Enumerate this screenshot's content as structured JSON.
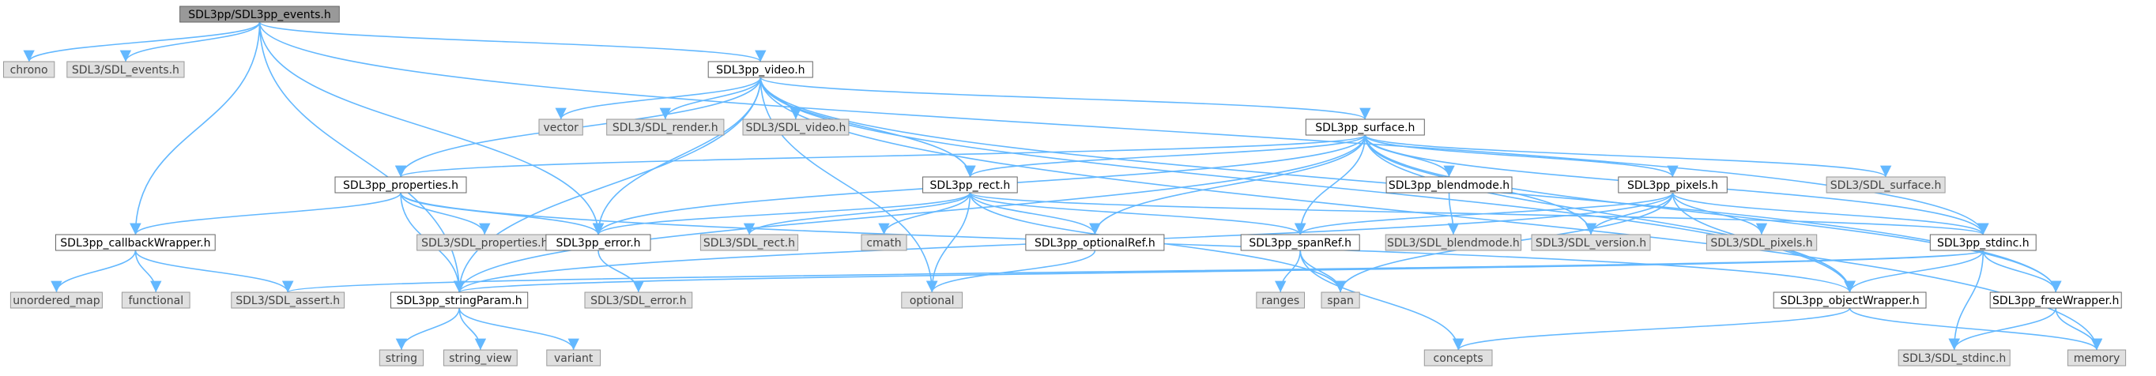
{
  "nodes": [
    {
      "id": "events",
      "label": "SDL3pp/SDL3pp_events.h",
      "kind": "root"
    },
    {
      "id": "chrono",
      "label": "chrono",
      "kind": "ext"
    },
    {
      "id": "sdl_events",
      "label": "SDL3/SDL_events.h",
      "kind": "ext"
    },
    {
      "id": "video",
      "label": "SDL3pp_video.h",
      "kind": "local"
    },
    {
      "id": "vector",
      "label": "vector",
      "kind": "ext"
    },
    {
      "id": "sdl_render",
      "label": "SDL3/SDL_render.h",
      "kind": "ext"
    },
    {
      "id": "sdl_video",
      "label": "SDL3/SDL_video.h",
      "kind": "ext"
    },
    {
      "id": "surface",
      "label": "SDL3pp_surface.h",
      "kind": "local"
    },
    {
      "id": "properties",
      "label": "SDL3pp_properties.h",
      "kind": "local"
    },
    {
      "id": "rect",
      "label": "SDL3pp_rect.h",
      "kind": "local"
    },
    {
      "id": "blendmode",
      "label": "SDL3pp_blendmode.h",
      "kind": "local"
    },
    {
      "id": "pixels",
      "label": "SDL3pp_pixels.h",
      "kind": "local"
    },
    {
      "id": "sdl_surface",
      "label": "SDL3/SDL_surface.h",
      "kind": "ext"
    },
    {
      "id": "callback",
      "label": "SDL3pp_callbackWrapper.h",
      "kind": "local"
    },
    {
      "id": "sdl_properties",
      "label": "SDL3/SDL_properties.h",
      "kind": "ext"
    },
    {
      "id": "error",
      "label": "SDL3pp_error.h",
      "kind": "local"
    },
    {
      "id": "sdl_rect",
      "label": "SDL3/SDL_rect.h",
      "kind": "ext"
    },
    {
      "id": "cmath",
      "label": "cmath",
      "kind": "ext"
    },
    {
      "id": "optionalref",
      "label": "SDL3pp_optionalRef.h",
      "kind": "local"
    },
    {
      "id": "spanref",
      "label": "SDL3pp_spanRef.h",
      "kind": "local"
    },
    {
      "id": "sdl_blendmode",
      "label": "SDL3/SDL_blendmode.h",
      "kind": "ext"
    },
    {
      "id": "sdl_version",
      "label": "SDL3/SDL_version.h",
      "kind": "ext"
    },
    {
      "id": "sdl_pixels",
      "label": "SDL3/SDL_pixels.h",
      "kind": "ext"
    },
    {
      "id": "stdinc",
      "label": "SDL3pp_stdinc.h",
      "kind": "local"
    },
    {
      "id": "unordered_map",
      "label": "unordered_map",
      "kind": "ext"
    },
    {
      "id": "functional",
      "label": "functional",
      "kind": "ext"
    },
    {
      "id": "sdl_assert",
      "label": "SDL3/SDL_assert.h",
      "kind": "ext"
    },
    {
      "id": "stringparam",
      "label": "SDL3pp_stringParam.h",
      "kind": "local"
    },
    {
      "id": "sdl_error",
      "label": "SDL3/SDL_error.h",
      "kind": "ext"
    },
    {
      "id": "optional",
      "label": "optional",
      "kind": "ext"
    },
    {
      "id": "ranges",
      "label": "ranges",
      "kind": "ext"
    },
    {
      "id": "span",
      "label": "span",
      "kind": "ext"
    },
    {
      "id": "objectwrapper",
      "label": "SDL3pp_objectWrapper.h",
      "kind": "local"
    },
    {
      "id": "freewrapper",
      "label": "SDL3pp_freeWrapper.h",
      "kind": "local"
    },
    {
      "id": "string",
      "label": "string",
      "kind": "ext"
    },
    {
      "id": "string_view",
      "label": "string_view",
      "kind": "ext"
    },
    {
      "id": "variant",
      "label": "variant",
      "kind": "ext"
    },
    {
      "id": "concepts",
      "label": "concepts",
      "kind": "ext"
    },
    {
      "id": "sdl_stdinc",
      "label": "SDL3/SDL_stdinc.h",
      "kind": "ext"
    },
    {
      "id": "memory",
      "label": "memory",
      "kind": "ext"
    }
  ],
  "edges": [
    [
      "events",
      "chrono"
    ],
    [
      "events",
      "sdl_events"
    ],
    [
      "events",
      "video"
    ],
    [
      "events",
      "callback"
    ],
    [
      "events",
      "error"
    ],
    [
      "events",
      "stringparam"
    ],
    [
      "events",
      "stdinc"
    ],
    [
      "video",
      "vector"
    ],
    [
      "video",
      "sdl_render"
    ],
    [
      "video",
      "sdl_video"
    ],
    [
      "video",
      "surface"
    ],
    [
      "video",
      "properties"
    ],
    [
      "video",
      "rect"
    ],
    [
      "video",
      "error"
    ],
    [
      "video",
      "stringparam"
    ],
    [
      "video",
      "optional"
    ],
    [
      "video",
      "objectwrapper"
    ],
    [
      "video",
      "freewrapper"
    ],
    [
      "video",
      "memory"
    ],
    [
      "surface",
      "properties"
    ],
    [
      "surface",
      "rect"
    ],
    [
      "surface",
      "blendmode"
    ],
    [
      "surface",
      "pixels"
    ],
    [
      "surface",
      "sdl_surface"
    ],
    [
      "surface",
      "error"
    ],
    [
      "surface",
      "optionalref"
    ],
    [
      "surface",
      "spanref"
    ],
    [
      "surface",
      "sdl_version"
    ],
    [
      "surface",
      "stdinc"
    ],
    [
      "surface",
      "objectwrapper"
    ],
    [
      "surface",
      "stringparam"
    ],
    [
      "surface",
      "freewrapper"
    ],
    [
      "properties",
      "callback"
    ],
    [
      "properties",
      "sdl_properties"
    ],
    [
      "properties",
      "error"
    ],
    [
      "properties",
      "stringparam"
    ],
    [
      "properties",
      "objectwrapper"
    ],
    [
      "rect",
      "sdl_rect"
    ],
    [
      "rect",
      "cmath"
    ],
    [
      "rect",
      "optional"
    ],
    [
      "rect",
      "optionalref"
    ],
    [
      "rect",
      "spanref"
    ],
    [
      "rect",
      "error"
    ],
    [
      "rect",
      "stdinc"
    ],
    [
      "rect",
      "span"
    ],
    [
      "blendmode",
      "sdl_blendmode"
    ],
    [
      "pixels",
      "sdl_version"
    ],
    [
      "pixels",
      "sdl_pixels"
    ],
    [
      "pixels",
      "spanref"
    ],
    [
      "pixels",
      "stdinc"
    ],
    [
      "pixels",
      "objectwrapper"
    ],
    [
      "pixels",
      "span"
    ],
    [
      "pixels",
      "stringparam"
    ],
    [
      "callback",
      "unordered_map"
    ],
    [
      "callback",
      "functional"
    ],
    [
      "callback",
      "sdl_assert"
    ],
    [
      "error",
      "sdl_error"
    ],
    [
      "optionalref",
      "optional"
    ],
    [
      "spanref",
      "ranges"
    ],
    [
      "spanref",
      "span"
    ],
    [
      "spanref",
      "concepts"
    ],
    [
      "stdinc",
      "stringparam"
    ],
    [
      "stdinc",
      "objectwrapper"
    ],
    [
      "stdinc",
      "freewrapper"
    ],
    [
      "stdinc",
      "sdl_stdinc"
    ],
    [
      "stdinc",
      "sdl_assert"
    ],
    [
      "stringparam",
      "string"
    ],
    [
      "stringparam",
      "string_view"
    ],
    [
      "stringparam",
      "variant"
    ],
    [
      "objectwrapper",
      "concepts"
    ],
    [
      "objectwrapper",
      "memory"
    ],
    [
      "freewrapper",
      "sdl_stdinc"
    ],
    [
      "freewrapper",
      "memory"
    ]
  ]
}
